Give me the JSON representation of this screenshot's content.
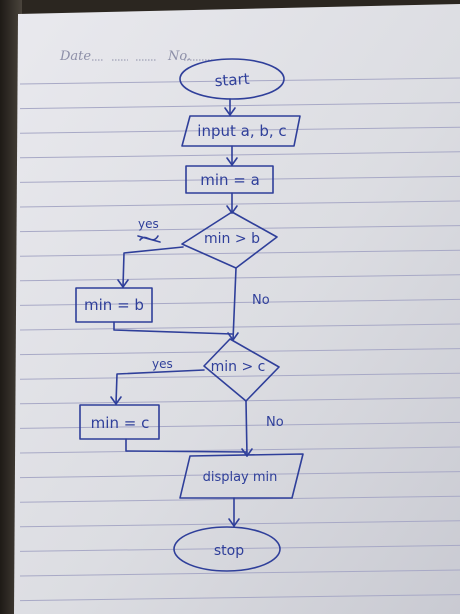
{
  "header": {
    "date_label": "Date",
    "no_label": "No."
  },
  "flowchart": {
    "start": "start",
    "input": "input a, b, c",
    "assign_a": "min = a",
    "decision_1": "min > b",
    "yes_1": "yes",
    "no_1": "No",
    "assign_b": "min = b",
    "decision_2": "min > c",
    "yes_2": "yes",
    "no_2": "No",
    "assign_c": "min = c",
    "output": "display min",
    "stop": "stop"
  },
  "colors": {
    "paper": "#dcdde2",
    "ruled_line": "#a8a9c6",
    "ink": "#2f3f9a",
    "background": "#2b2620"
  }
}
